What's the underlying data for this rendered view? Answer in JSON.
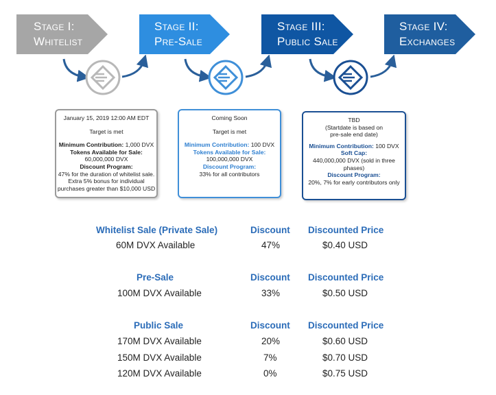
{
  "colors": {
    "stage1": "#a6a6a6",
    "stage2": "#2e8ee0",
    "stage3": "#0f56a3",
    "stage4": "#1f5e9f",
    "heading_blue": "#2b6cb8",
    "box_border_grey": "#9a9a9a",
    "box_border_blue": "#3f8fd8",
    "box_border_dark": "#1a4f93"
  },
  "stages": [
    {
      "line1": "Stage I:",
      "line2": "Whitelist",
      "icon": "stage-logo-icon"
    },
    {
      "line1": "Stage II:",
      "line2": "Pre-Sale",
      "icon": "stage-logo-icon"
    },
    {
      "line1": "Stage III:",
      "line2": "Public Sale",
      "icon": "stage-logo-icon"
    },
    {
      "line1": "Stage IV:",
      "line2": "Exchanges"
    }
  ],
  "boxes": [
    {
      "date": "January 15, 2019 12:00 AM EDT",
      "status": "Target is met",
      "min_label": "Minimum Contribution:",
      "min_value": "1,000 DVX",
      "tokens_label": "Tokens Available for Sale:",
      "tokens_value": "60,000,000 DVX",
      "discount_label": "Discount Program:",
      "discount_line1": "47% for the duration of whitelist sale.",
      "discount_line2": "Extra 5% bonus for individual",
      "discount_line3": "purchases greater than $10,000 USD"
    },
    {
      "date": "Coming Soon",
      "status": "Target is met",
      "min_label": "Minimum Contribution:",
      "min_value": "100 DVX",
      "tokens_label": "Tokens Available for Sale:",
      "tokens_value": "100,000,000 DVX",
      "discount_label": "Discount Program:",
      "discount_line1": "33% for all contributors"
    },
    {
      "date": "TBD",
      "note_line1": "(Startdate is based on",
      "note_line2": "pre-sale end date)",
      "min_label": "Minimum Contribution:",
      "min_value": "100 DVX",
      "cap_label": "Soft Cap:",
      "cap_value": "440,000,000 DVX (sold in three phases)",
      "discount_label": "Discount Program:",
      "discount_line1": "20%, 7% for early contributors only"
    }
  ],
  "sales": [
    {
      "title": "Whitelist Sale (Private Sale)",
      "discount_header": "Discount",
      "price_header": "Discounted Price",
      "rows": [
        {
          "available": "60M DVX  Available",
          "discount": "47%",
          "price": "$0.40 USD"
        }
      ]
    },
    {
      "title": "Pre-Sale",
      "discount_header": "Discount",
      "price_header": "Discounted Price",
      "rows": [
        {
          "available": "100M DVX Available",
          "discount": "33%",
          "price": "$0.50 USD"
        }
      ]
    },
    {
      "title": "Public Sale",
      "discount_header": "Discount",
      "price_header": "Discounted Price",
      "rows": [
        {
          "available": "170M DVX Available",
          "discount": "20%",
          "price": "$0.60 USD"
        },
        {
          "available": "150M DVX Available",
          "discount": "7%",
          "price": "$0.70 USD"
        },
        {
          "available": "120M DVX Available",
          "discount": "0%",
          "price": "$0.75 USD"
        }
      ]
    }
  ]
}
